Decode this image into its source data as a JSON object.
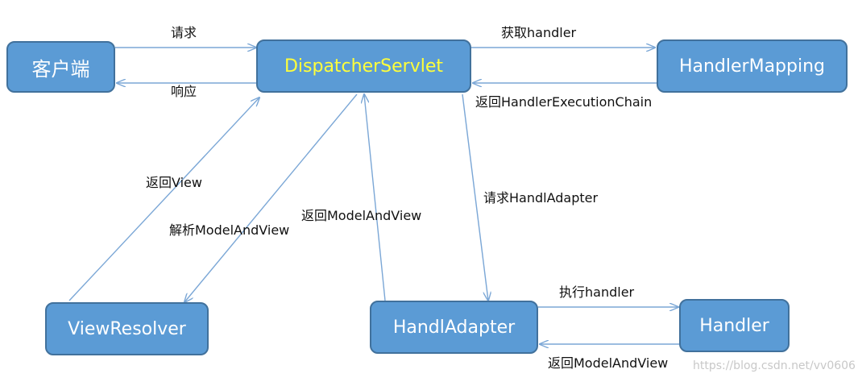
{
  "nodes": {
    "client": "客户端",
    "dispatcher": "DispatcherServlet",
    "handler_mapping": "HandlerMapping",
    "view_resolver": "ViewResolver",
    "handl_adapter": "HandlAdapter",
    "handler": "Handler"
  },
  "edges": {
    "request": "请求",
    "response": "响应",
    "get_handler": "获取handler",
    "return_chain": "返回HandlerExecutionChain",
    "request_adapter": "请求HandlAdapter",
    "return_view": "返回View",
    "parse_mav": "解析ModelAndView",
    "return_mav_to_dispatcher": "返回ModelAndView",
    "execute_handler": "执行handler",
    "return_mav_from_handler": "返回ModelAndView"
  },
  "watermark": "https://blog.csdn.net/vv0606",
  "colors": {
    "node_fill": "#5b9bd5",
    "node_border": "#41719c",
    "node_text": "#ffffff",
    "dispatcher_text": "#ffff3a",
    "arrow": "#7ba7d6"
  }
}
